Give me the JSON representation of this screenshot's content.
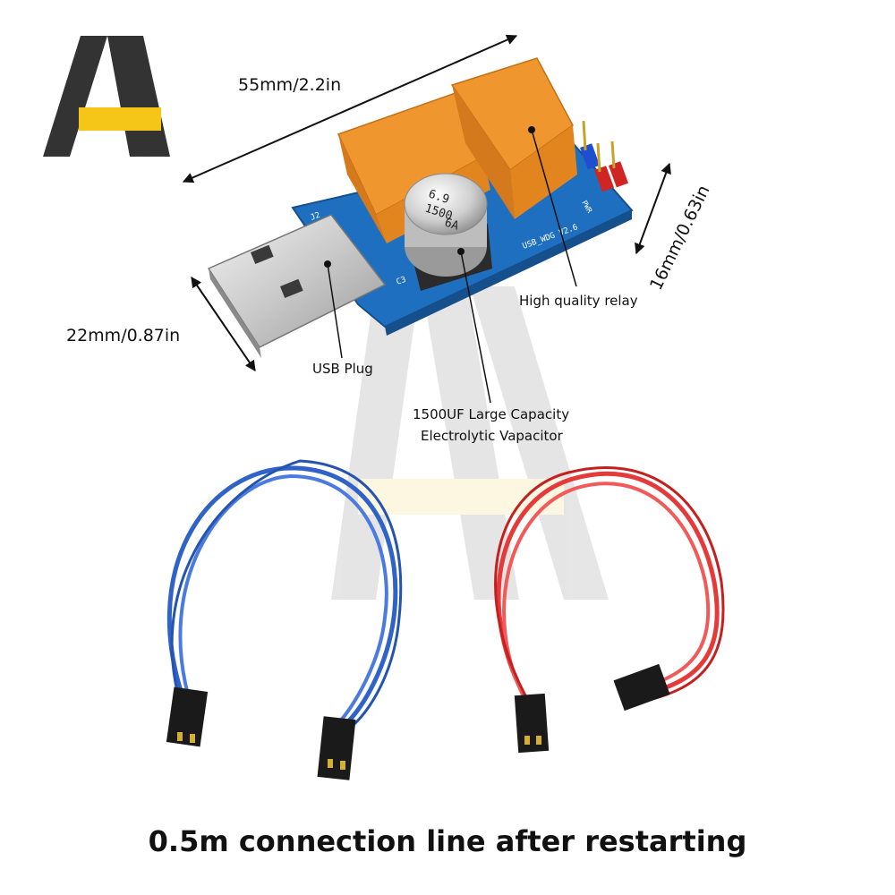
{
  "dimensions": {
    "length": "55mm/2.2in",
    "width": "22mm/0.87in",
    "height": "16mm/0.63in"
  },
  "callouts": {
    "relay": "High quality relay",
    "usb": "USB Plug",
    "capacitor_line1": "1500UF Large Capacity",
    "capacitor_line2": "Electrolytic Vapacitor"
  },
  "caption": "0.5m connection line after restarting",
  "colors": {
    "logo_dark": "#333333",
    "logo_yellow": "#f5c518",
    "board_blue": "#1f6fc0",
    "relay_orange": "#f0962e",
    "wire_blue": "#2f63c8",
    "wire_red": "#e53a3a"
  }
}
